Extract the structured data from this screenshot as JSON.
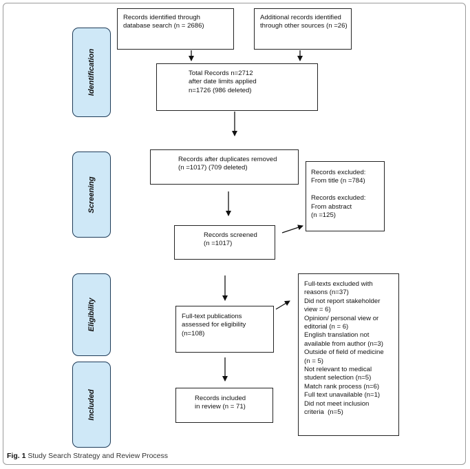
{
  "phases": {
    "identification": "Identification",
    "screening": "Screening",
    "eligibility": "Eligibility",
    "included": "Included"
  },
  "boxes": {
    "database_search": [
      "Records identified through",
      "database search (n = 2686)"
    ],
    "other_sources": [
      "Additional records identified",
      "through other sources (n =26)"
    ],
    "total_records": [
      "Total Records n=2712",
      "after date limits applied",
      "n=1726 (986 deleted)"
    ],
    "after_duplicates": [
      "Records after duplicates removed",
      "(n =1017) (709 deleted)"
    ],
    "records_excluded": [
      "Records excluded:",
      "From title (n =784)",
      "",
      "Records excluded:",
      "From abstract",
      "(n =125)"
    ],
    "records_screened": [
      "Records screened",
      "(n =1017)"
    ],
    "fulltext_assessed": [
      "Full-text publications",
      "assessed for eligibility",
      "(n=108)"
    ],
    "fulltext_excluded": [
      "Full-texts excluded with",
      "reasons (n=37)",
      "Did not report stakeholder",
      "view = 6)",
      "Opinion/ personal view or",
      "editorial (n = 6)",
      "English translation not",
      "available from author (n=3)",
      "Outside of field of medicine",
      "(n = 5)",
      "Not relevant to medical",
      "student selection (n=5)",
      "Match rank process (n=6)",
      "Full text unavailable (n=1)",
      "Did not meet inclusion",
      "criteria  (n=5)"
    ],
    "records_included": [
      "Records included",
      "in review (n = 71)"
    ]
  },
  "caption": {
    "label": "Fig. 1",
    "text": " Study Search Strategy and Review Process"
  }
}
